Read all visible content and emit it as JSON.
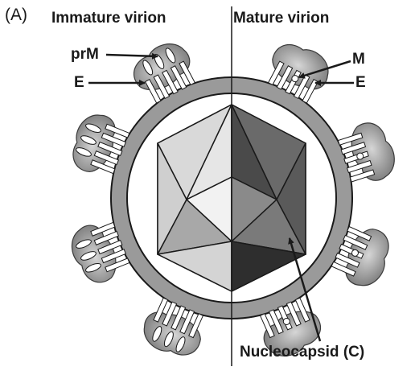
{
  "panel_label": "(A)",
  "titles": {
    "immature": "Immature virion",
    "mature": "Mature virion"
  },
  "labels": {
    "prM": "prM",
    "E_left": "E",
    "M": "M",
    "E_right": "E",
    "nucleocapsid": "Nucleocapsid (C)"
  },
  "colors": {
    "membrane": "#9a9a9a",
    "protein_blob": "#8c8c8c",
    "ink": "#1a1a1a"
  }
}
